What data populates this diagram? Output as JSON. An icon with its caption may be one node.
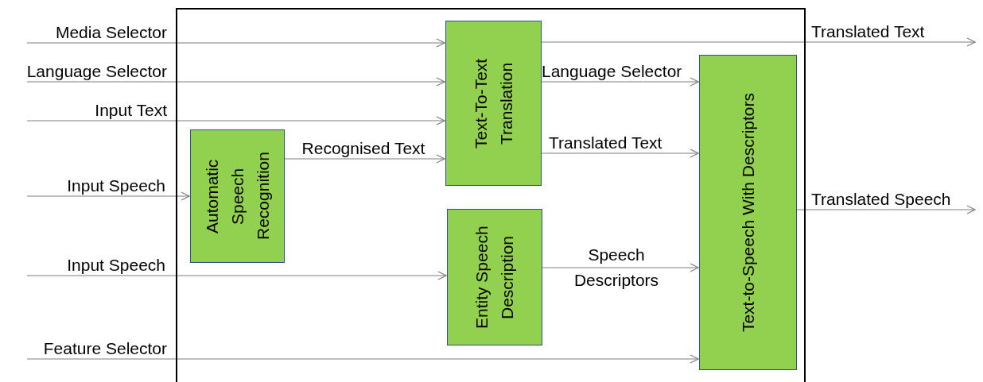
{
  "diagram": {
    "nodes": [
      {
        "text": [],
        "shape": "box"
      },
      {
        "text": [
          "Automatic Speech Recognition"
        ],
        "in": 0
      },
      {
        "text": [
          "Text-To-Text Translation"
        ],
        "in": 0
      },
      {
        "text": [
          "Entity Speech Description"
        ],
        "in": 0
      },
      {
        "text": [
          "Text-to-Speech With Descriptors"
        ],
        "in": 0
      }
    ],
    "edges": [
      {
        "from": null,
        "to": 2,
        "arrow": "to",
        "label": "Media Selector"
      },
      {
        "from": null,
        "to": 2,
        "arrow": "to",
        "label": "Language Selector"
      },
      {
        "from": null,
        "to": 2,
        "arrow": "to",
        "label": "Input Text"
      },
      {
        "from": null,
        "to": 1,
        "arrow": "to",
        "label": "Input Speech"
      },
      {
        "from": 1,
        "to": 2,
        "arrow": "to",
        "label": "Recognised Text"
      },
      {
        "from": null,
        "to": 3,
        "arrow": "to",
        "label": "Input Speech"
      },
      {
        "from": null,
        "to": 4,
        "arrow": "to",
        "label": "Feature Selector"
      },
      {
        "from": 2,
        "to": null,
        "arrow": "to",
        "label": "Translated Text"
      },
      {
        "from": 2,
        "to": 4,
        "arrow": "to",
        "label": "Language Selector"
      },
      {
        "from": 2,
        "to": 4,
        "arrow": "to",
        "label": "Translated Text"
      },
      {
        "from": 3,
        "to": 4,
        "arrow": "to",
        "label": "Speech Descriptors"
      },
      {
        "from": 4,
        "to": null,
        "arrow": "to",
        "label": "Translated Speech"
      }
    ]
  }
}
